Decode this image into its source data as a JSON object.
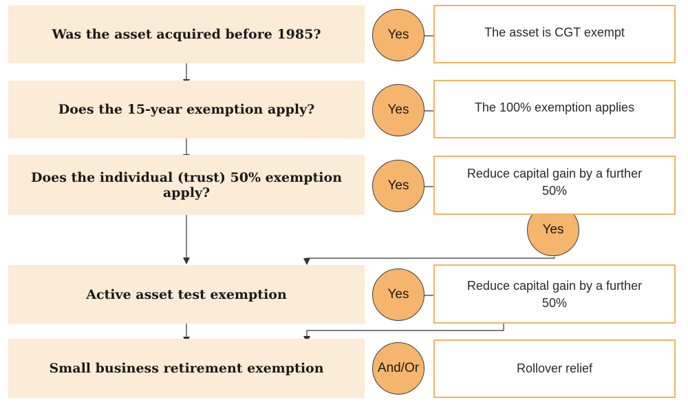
{
  "questions": {
    "q1": "Was the asset acquired before 1985?",
    "q2": "Does the 15-year exemption apply?",
    "q3": "Does the individual (trust) 50% exemption apply?",
    "q4": "Active asset test exemption",
    "q5": "Small business retirement exemption"
  },
  "answers": {
    "a1": "Yes",
    "a2": "Yes",
    "a3": "Yes",
    "a3b": "Yes",
    "a4": "Yes",
    "a5": "And/Or"
  },
  "results": {
    "r1": "The asset is CGT exempt",
    "r2": "The 100% exemption applies",
    "r3": "Reduce capital gain by a further 50%",
    "r4": "Reduce capital gain by a further 50%",
    "r5": "Rollover relief"
  },
  "colors": {
    "question_fill": "#fcebd6",
    "circle_fill": "#f6b56c",
    "result_border": "#f2b25f",
    "line": "#333333"
  }
}
